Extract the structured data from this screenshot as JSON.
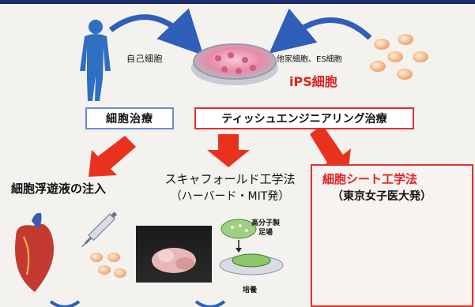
{
  "top": {
    "label_self": "自己細胞",
    "label_other": "他家細胞、ES細胞",
    "label_ips": "iPS細胞"
  },
  "categories": {
    "cell_therapy": "細胞治療",
    "tissue_engineering": "ティッシュエンジニアリング治療"
  },
  "methods": {
    "injection": "細胞浮遊液の注入",
    "scaffold_title": "スキャフォールド工学法",
    "scaffold_sub": "（ハーバード・MIT発）",
    "sheet_title": "細胞シート工学法",
    "sheet_sub": "（東京女子医大発）"
  },
  "scaffold_labels": {
    "polymer_line1": "高分子製",
    "polymer_line2": "足場",
    "culture": "培養"
  },
  "colors": {
    "accent_red": "#e02020",
    "arrow_red": "#e8321e",
    "box_blue": "#6b8bd6",
    "curved_arrow_blue": "#2f5fb8"
  }
}
